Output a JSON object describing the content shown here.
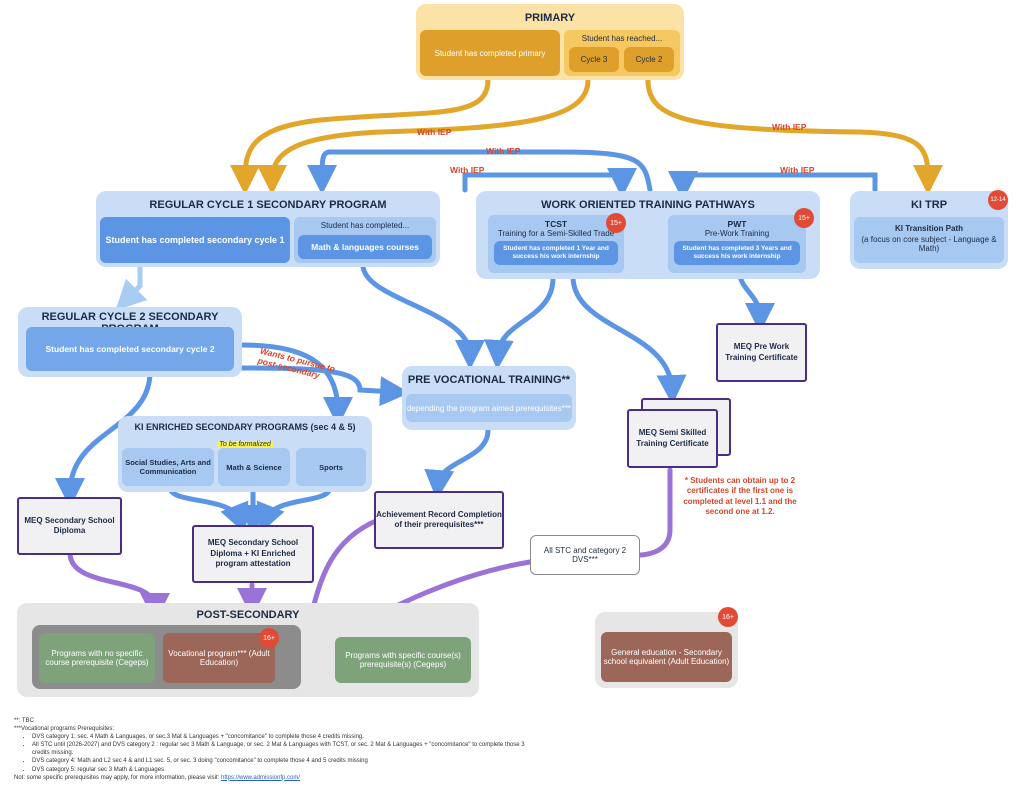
{
  "primary": {
    "title": "PRIMARY",
    "completed": "Student has completed primary",
    "reached_header": "Student has reached...",
    "cycle3": "Cycle 3",
    "cycle2": "Cycle 2"
  },
  "reg1": {
    "title": "REGULAR CYCLE 1 SECONDARY PROGRAM",
    "completed": "Student has completed secondary cycle 1",
    "sub_header": "Student has completed...",
    "math_lang": "Math & languages courses"
  },
  "work": {
    "title": "WORK ORIENTED TRAINING PATHWAYS",
    "tcst_title": "TCST",
    "tcst_sub": "Training for a Semi-Skilled Trade",
    "tcst_req": "Student has completed 1 Year and success his work internship",
    "tcst_badge": "15+",
    "pwt_title": "PWT",
    "pwt_sub": "Pre-Work Training",
    "pwt_req": "Student has completed 3 Years and success his work internship",
    "pwt_badge": "15+"
  },
  "kitrp": {
    "title": "KI TRP",
    "badge": "12-14",
    "line1": "KI Transition Path",
    "line2": "(a focus on core subject - Language & Math)"
  },
  "reg2": {
    "title": "REGULAR CYCLE 2 SECONDARY PROGRAM",
    "completed": "Student has completed secondary cycle 2"
  },
  "prevoc": {
    "title": "PRE VOCATIONAL TRAINING**",
    "text": "depending the program aimed prerequisites***"
  },
  "enriched": {
    "title": "KI ENRICHED SECONDARY PROGRAMS (sec 4 & 5)",
    "note": "To be formalized",
    "social": "Social Studies, Arts and Communication",
    "math": "Math & Science",
    "sports": "Sports"
  },
  "certs": {
    "meq_prework": "MEQ Pre Work Training Certificate",
    "meq_semi": "MEQ Semi Skilled Training Certificate",
    "diploma": "MEQ Secondary School Diploma",
    "diploma_ki": "MEQ Secondary School Diploma + KI Enriched program attestation",
    "achievement": "Achievement Record Completion of their prerequisites***"
  },
  "labels": {
    "with_iep": "With IEP",
    "wants": "Wants to pursue to post-secondary",
    "students_note": "* Students can obtain up to 2 certificates if the first one is completed at level 1.1 and the second one at 1.2.",
    "all_stc": "All STC and category 2 DVS***"
  },
  "post": {
    "title": "POST-SECONDARY",
    "no_prereq": "Programs with no specific course prerequisite (Cegeps)",
    "vocational": "Vocational program*** (Adult Education)",
    "vocational_badge": "16+",
    "specific": "Programs with specific course(s) prerequisite(s) (Cegeps)"
  },
  "general": {
    "text": "General education - Secondary school equivalent (Adult Education)",
    "badge": "16+"
  },
  "notes": {
    "tbc": "**: TBC",
    "prereq_title": "***Vocational programs Prerequisites:",
    "items": [
      "DVS category 1: sec. 4 Math & Languages, or sec.3 Mat & Languages + \"concomitance\" to complete those 4 credits missing.",
      "All STC until (2026-2027) and DVS category 2 : regular sec 3 Math & Language, or sec. 2 Mat & Languages with TCST, or sec. 2 Mat & Languages + \"concomitance\" to complete those 3 credits missing.",
      "DVS category 4: Math and L2 sec 4 & and L1 sec. 5, or sec. 3 doing \"concomitance\" to complete those 4 and 5 credits missing",
      "DVS category 5: regular sec 3 Math & Languages"
    ],
    "footer_text": "Not: some specific prerequisites may apply, for more information, please visit: ",
    "footer_link": "https://www.admissionfp.com/"
  },
  "colors": {
    "gold": "#e1a62a",
    "blue_arrow": "#5b95e3",
    "light_blue_arrow": "#a9cdf2",
    "purple_arrow": "#9b72d6",
    "iep_text": "#d8452b"
  }
}
